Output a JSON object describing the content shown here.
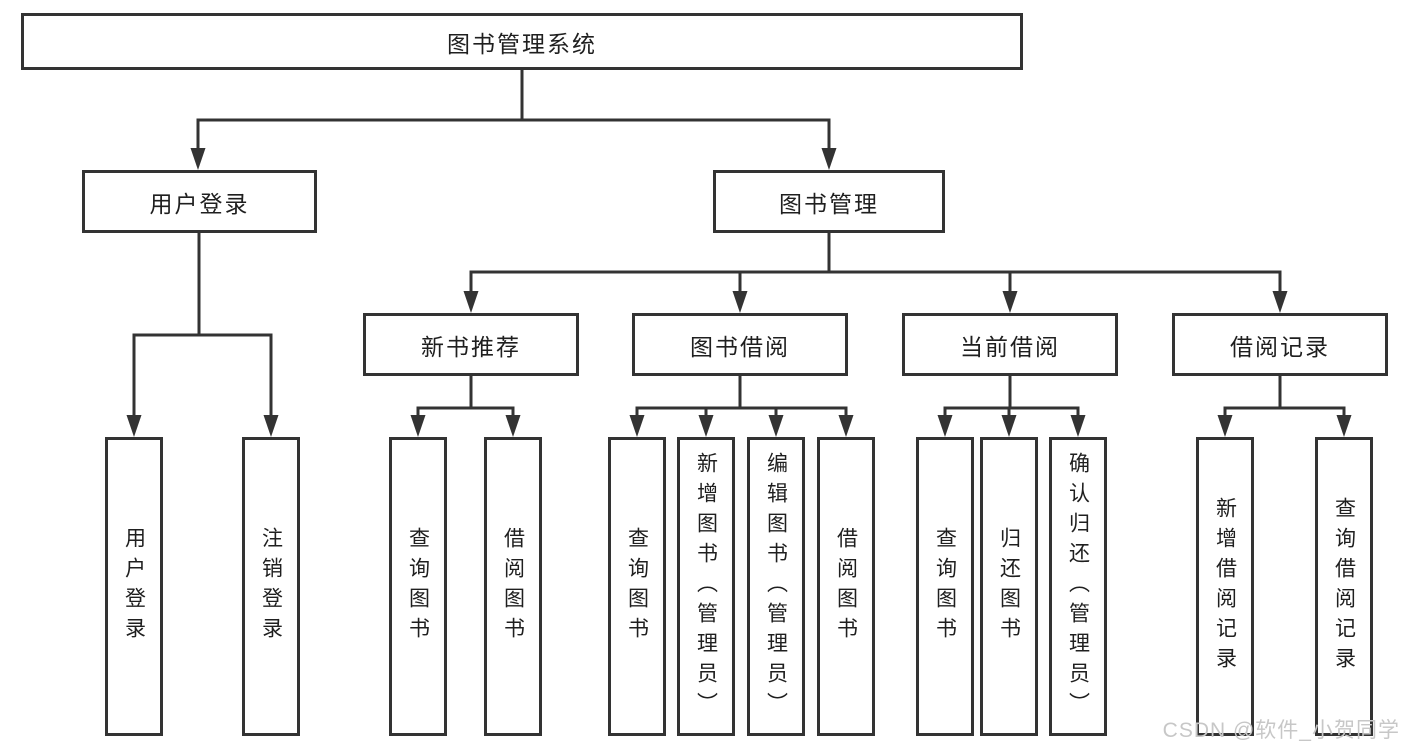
{
  "tree": {
    "label": "图书管理系统",
    "children": [
      {
        "label": "用户登录",
        "children": [
          {
            "label": "用户登录"
          },
          {
            "label": "注销登录"
          }
        ]
      },
      {
        "label": "图书管理",
        "children": [
          {
            "label": "新书推荐",
            "children": [
              {
                "label": "查询图书"
              },
              {
                "label": "借阅图书"
              }
            ]
          },
          {
            "label": "图书借阅",
            "children": [
              {
                "label": "查询图书"
              },
              {
                "label": "新增图书（管理员）"
              },
              {
                "label": "编辑图书（管理员）"
              },
              {
                "label": "借阅图书"
              }
            ]
          },
          {
            "label": "当前借阅",
            "children": [
              {
                "label": "查询图书"
              },
              {
                "label": "归还图书"
              },
              {
                "label": "确认归还（管理员）"
              }
            ]
          },
          {
            "label": "借阅记录",
            "children": [
              {
                "label": "新增借阅记录"
              },
              {
                "label": "查询借阅记录"
              }
            ]
          }
        ]
      }
    ]
  },
  "watermark": "CSDN @软件_小贺同学",
  "colors": {
    "line": "#333333",
    "text": "#1f1f1f",
    "watermark": "#c7c7c7",
    "background": "#ffffff"
  }
}
